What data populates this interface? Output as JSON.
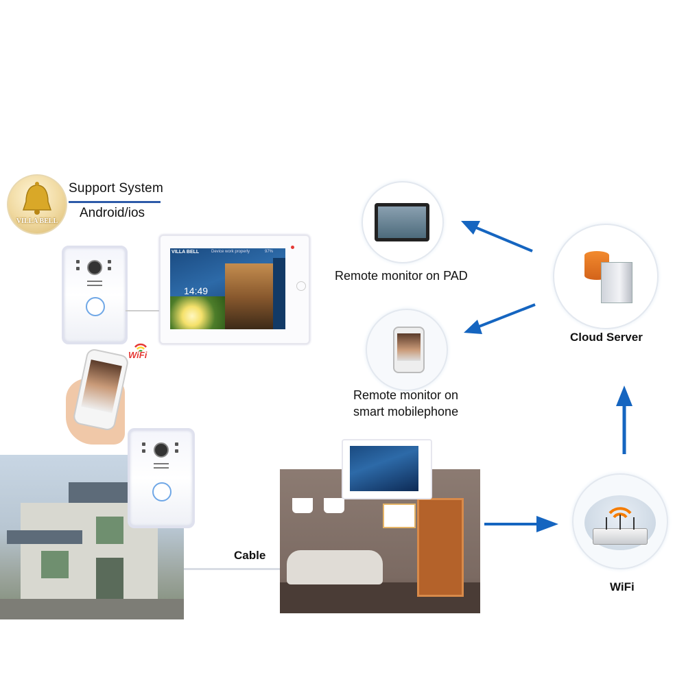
{
  "brand": {
    "logo_text": "VILLA BELL"
  },
  "header": {
    "title": "Support System",
    "subtitle": "Android/ios"
  },
  "badges": {
    "wifi": "WiFi"
  },
  "nodes": {
    "pad": {
      "label": "Remote monitor on PAD"
    },
    "phone": {
      "label_line1": "Remote monitor on",
      "label_line2": "smart mobilephone"
    },
    "cloud": {
      "label": "Cloud Server"
    },
    "wifi": {
      "label": "WiFi"
    },
    "cable": {
      "label": "Cable"
    }
  },
  "monitor_screen": {
    "brand": "VILLA BELL",
    "clock": "14:49",
    "header_text": "Device work properly",
    "battery": "97%"
  },
  "colors": {
    "arrow": "#1565c0",
    "accent_line": "#2d5aa8",
    "bell_button": "#6fa7e6",
    "wifi_badge": [
      "#e53935",
      "#fdd835",
      "#43a047",
      "#1e88e5"
    ]
  }
}
